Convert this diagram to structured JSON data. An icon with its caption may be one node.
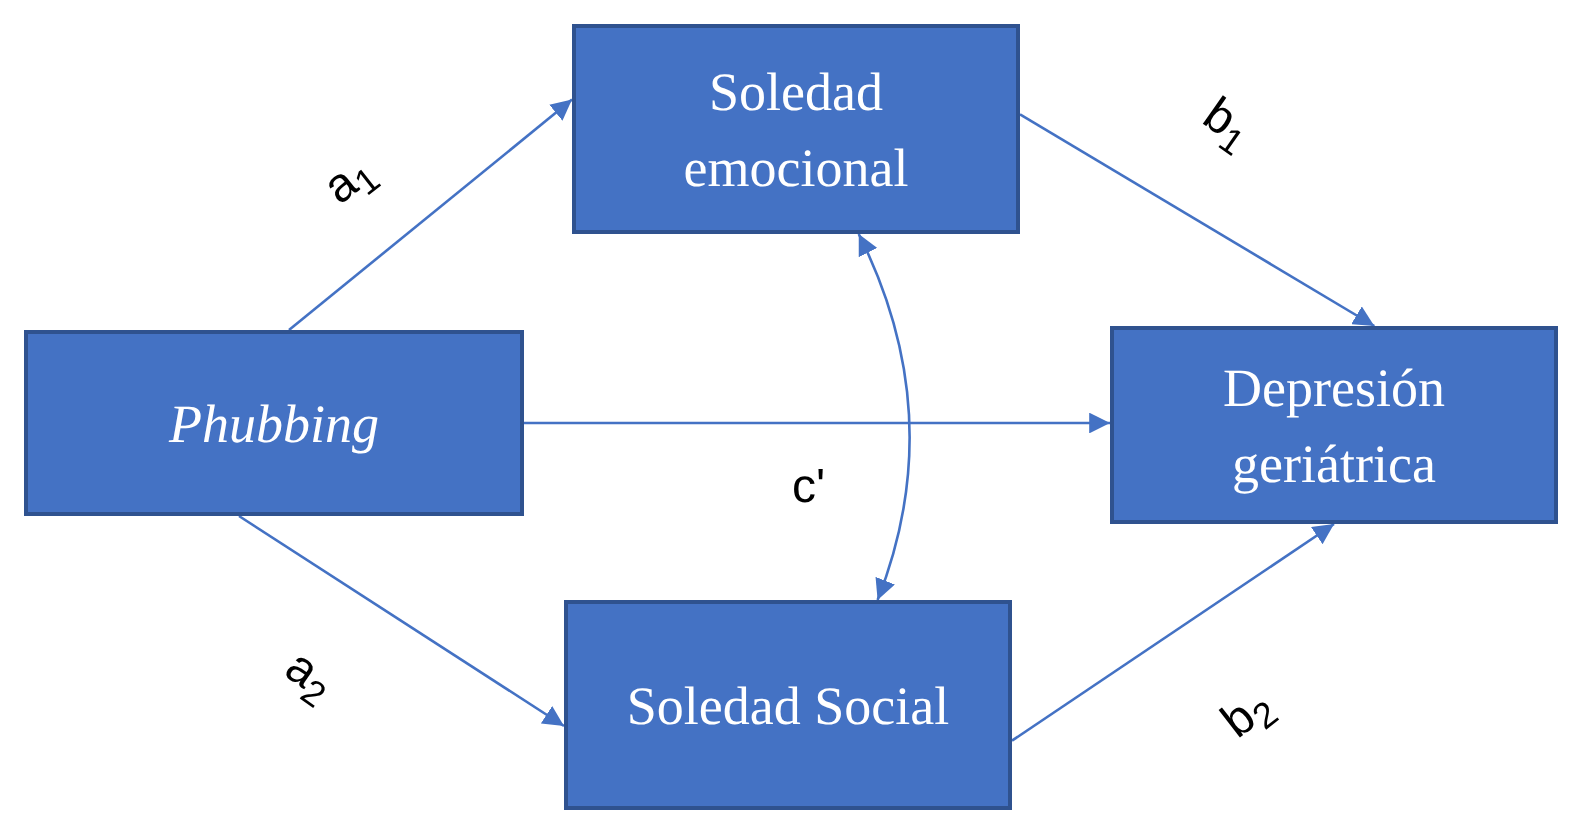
{
  "diagram": {
    "nodes": [
      {
        "text": [
          "Soledad emocional"
        ]
      },
      {
        "text": [
          "Phubbing"
        ]
      },
      {
        "text": [
          "Depresión geriátrica"
        ]
      },
      {
        "text": [
          "Soledad Social"
        ]
      }
    ],
    "edges": [
      {
        "from": 1,
        "to": 0,
        "arrow": "to",
        "label": "a$_{1}$"
      },
      {
        "from": 0,
        "to": 2,
        "arrow": "to",
        "label": "b$_{1}$"
      },
      {
        "from": 1,
        "to": 2,
        "arrow": "to",
        "label": "c'"
      },
      {
        "from": 1,
        "to": 3,
        "arrow": "to",
        "label": "a$_{2}$"
      },
      {
        "from": 3,
        "to": 2,
        "arrow": "to",
        "label": "b$_{2}$"
      },
      {
        "from": 0,
        "to": 3,
        "arrow": "both"
      }
    ]
  }
}
